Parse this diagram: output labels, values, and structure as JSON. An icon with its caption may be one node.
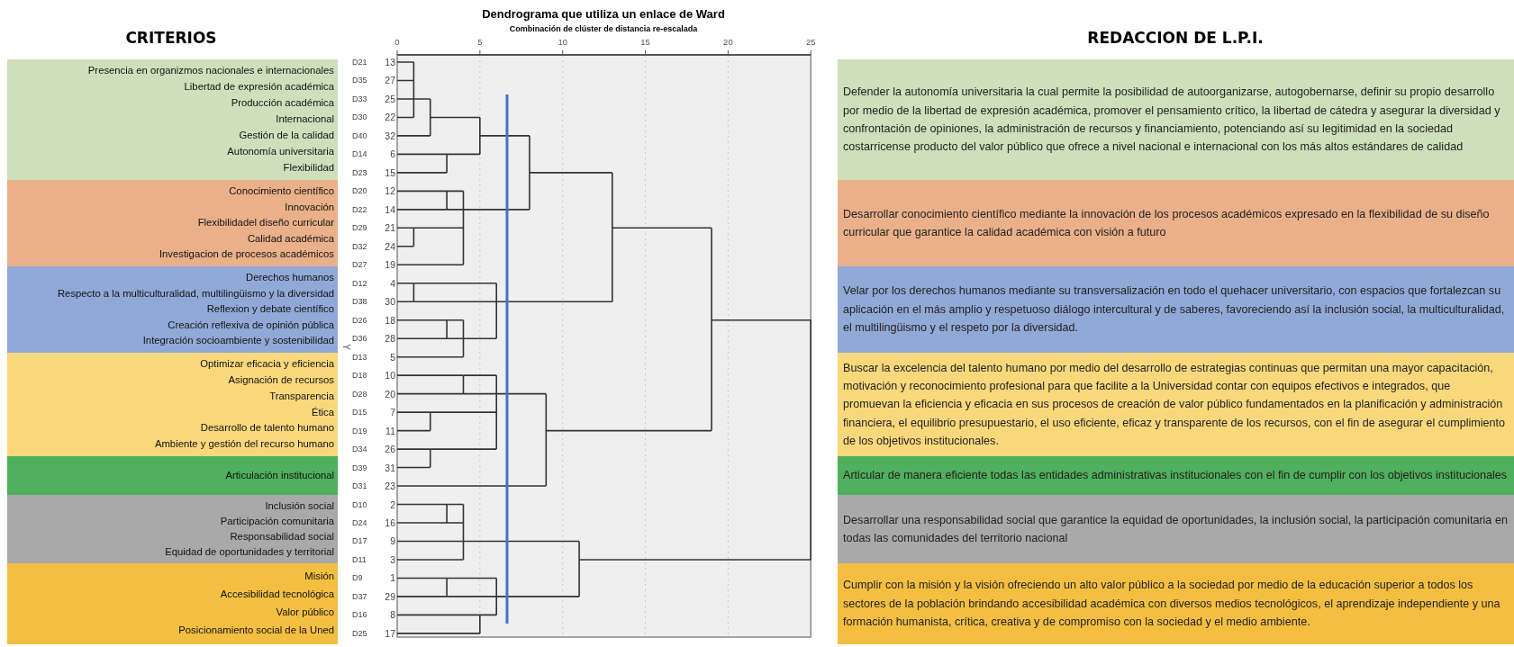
{
  "diagram": {
    "nodes": [
      {
        "text": [
          "Presencia en organizmos nacionales e internacionales",
          "Libertad de expresión académica",
          "Producción académica",
          "Internacional",
          "Gestión de la calidad",
          "Autonomía universitaria",
          "Flexibilidad"
        ]
      },
      {
        "text": [
          "Conocimiento científico",
          "Innovación",
          "Flexibilidadel diseño curricular",
          "Calidad académica",
          "Investigacion de procesos académicos"
        ]
      },
      {
        "text": [
          "Derechos humanos",
          "Respecto a la multiculturalidad, multilingüismo y la diversidad",
          "Reflexion y debate científico",
          "Creación reflexiva de opinión pública",
          "Integración socioambiente y sostenibilidad"
        ]
      },
      {
        "text": [
          "Optimizar eficacia y eficiencia",
          "Asignación de recursos",
          "Transparencia",
          "Ética",
          "Desarrollo de talento humano",
          "Ambiente y gestión del recurso humano"
        ]
      },
      {
        "text": [
          "Articulación institucional"
        ]
      },
      {
        "text": [
          "Inclusión social",
          "Participación comunitaria",
          "Responsabilidad social",
          "Equidad de oportunidades y territorial"
        ]
      },
      {
        "text": [
          "Misión",
          "Accesibilidad tecnológica",
          "Valor público",
          "Posicionamiento social de la Uned"
        ]
      },
      {
        "text": [
          "Defender la autonomía universitaria la cual permite la posibilidad de autoorganizarse, autogobernarse, definir su propio desarrollo por medio de la libertad de expresión académica, promover el pensamiento crítico, la libertad de cátedra y asegurar la diversidad y confrontación de opiniones, la administración de recursos y financiamiento, potenciando así su legitimidad en la sociedad costarricense producto del valor público que ofrece a nivel nacional e internacional con los más altos estándares de calidad"
        ]
      },
      {
        "text": [
          "Desarrollar conocimiento científico mediante la innovación de los procesos académicos expresado en la flexibilidad de su diseño curricular que garantice la calidad académica con visión a futuro"
        ]
      },
      {
        "text": [
          "Velar por los derechos humanos mediante su transversalización en todo el quehacer universitario, con espacios que fortalezcan su aplicación en el más amplio y respetuoso diálogo intercultural y de saberes, favoreciendo así la inclusión social, la multiculturalidad, el multilingüismo y el respeto por la diversidad."
        ]
      },
      {
        "text": [
          "Buscar la excelencia del talento humano por medio del desarrollo de estrategias continuas que permitan una mayor capacitación, motivación y reconocimiento profesional para que facilite a la Universidad contar con equipos efectivos e integrados, que promuevan la eficiencia y eficacia en sus procesos de creación de valor público fundamentados en la planificación y administración financiera, el equilibrio presupuestario, el uso eficiente, eficaz y transparente de los recursos, con el fin de asegurar el cumplimiento de los objetivos institucionales."
        ]
      },
      {
        "text": [
          "Articular de manera eficiente todas las entidades administrativas institucionales con el fin de cumplir con los objetivos institucionales"
        ]
      },
      {
        "text": [
          "Desarrollar una responsabilidad social que garantice la equidad de oportunidades, la inclusión social, la participación comunitaria en todas las comunidades del territorio nacional"
        ]
      },
      {
        "text": [
          "Cumplir con la misión y la visión  ofreciendo  un alto valor público a la sociedad por medio de la educación superior a todos los sectores de la población brindando accesibilidad académica con diversos medios tecnológicos, el aprendizaje independiente y una formación humanista, crítica, creativa y de compromiso con la sociedad y el medio ambiente."
        ]
      }
    ],
    "labels": [
      "CRITERIOS",
      "Dendrograma que utiliza un enlace de Ward",
      "Combinación de clúster de distancia re-escalada",
      "REDACCION DE L.P.I.",
      "0",
      "5",
      "10",
      "15",
      "20",
      "25",
      "D21",
      "13",
      "D35",
      "27",
      "D33",
      "25",
      "D30",
      "22",
      "D40",
      "32",
      "D14",
      "6",
      "D23",
      "15",
      "D20",
      "12",
      "D22",
      "14",
      "D29",
      "21",
      "D32",
      "24",
      "D27",
      "19",
      "D12",
      "4",
      "D38",
      "30",
      "D26",
      "18",
      "D36",
      "28",
      "D13",
      "5",
      "D18",
      "10",
      "D28",
      "20",
      "D15",
      "7",
      "D19",
      "11",
      "D34",
      "26",
      "D39",
      "31",
      "D31",
      "23",
      "D10",
      "2",
      "D24",
      "16",
      "D17",
      "9",
      "D11",
      "3",
      "D9",
      "1",
      "D37",
      "29",
      "D16",
      "8",
      "D25",
      "17",
      "Y"
    ]
  }
}
